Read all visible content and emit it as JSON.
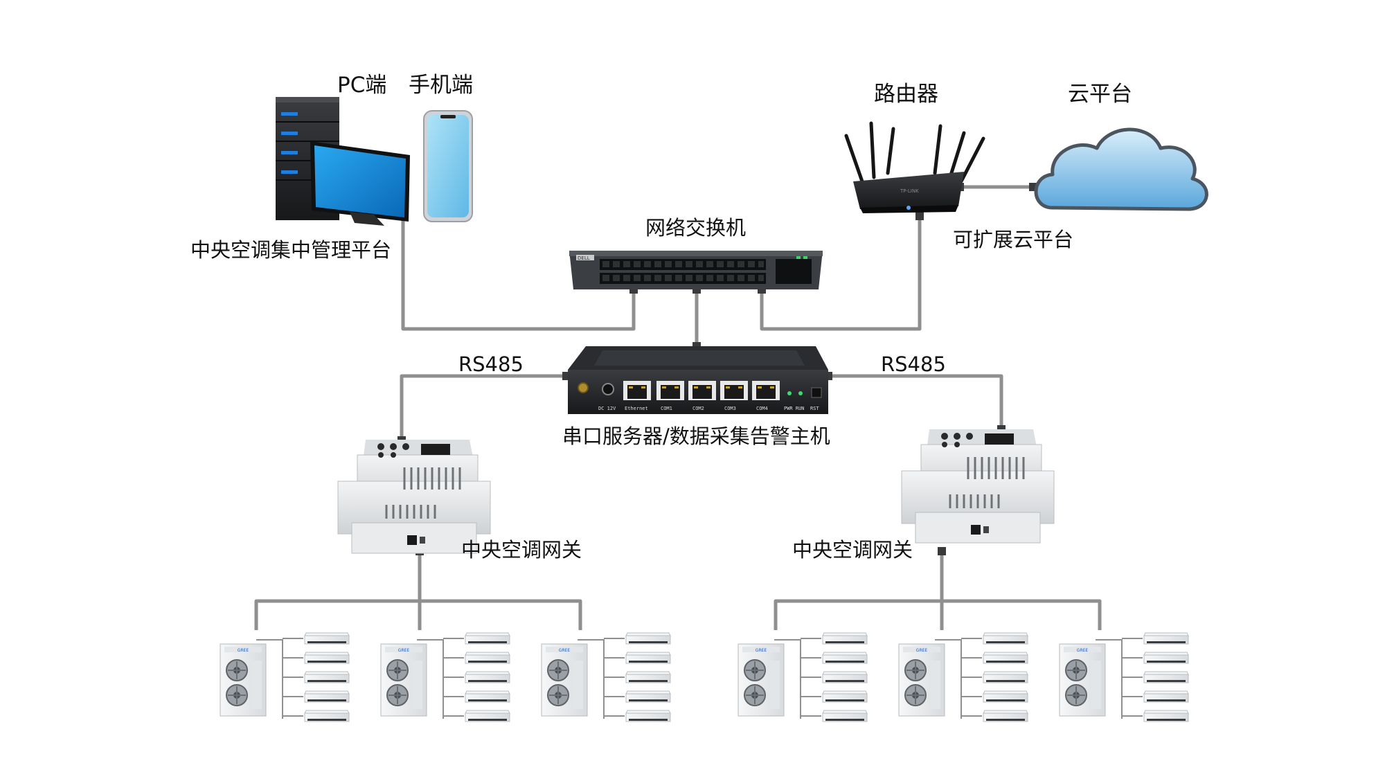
{
  "labels": {
    "pc": "PC端",
    "mobile": "手机端",
    "platform": "中央空调集中管理平台",
    "router": "路由器",
    "cloud": "云平台",
    "cloud_ext": "可扩展云平台",
    "switch": "网络交换机",
    "rs485_left": "RS485",
    "rs485_right": "RS485",
    "server": "串口服务器/数据采集告警主机",
    "gateway_left": "中央空调网关",
    "gateway_right": "中央空调网关"
  },
  "device_text": {
    "switch_brand": "DELL",
    "router_brand": "TP-LINK",
    "server_port_labels": [
      "DC 12V",
      "Ethernet",
      "COM1",
      "COM2",
      "COM3",
      "COM4",
      "PWR RUN",
      "RST"
    ],
    "ac_brand": "GREE"
  },
  "colors": {
    "line": "#8f8f8f",
    "line_dark": "#555555",
    "device_dark": "#1e1f22",
    "monitor_blue": "#1592e0",
    "cloud_blue": "#79b9e6",
    "gateway_body": "#e6e8ea",
    "ac_body": "#eef0f2"
  },
  "icons": [
    "server-tower-icon",
    "monitor-icon",
    "smartphone-icon",
    "router-icon",
    "cloud-icon",
    "network-switch-icon",
    "serial-server-icon",
    "gateway-icon",
    "outdoor-ac-unit-icon",
    "indoor-ac-unit-icon"
  ]
}
